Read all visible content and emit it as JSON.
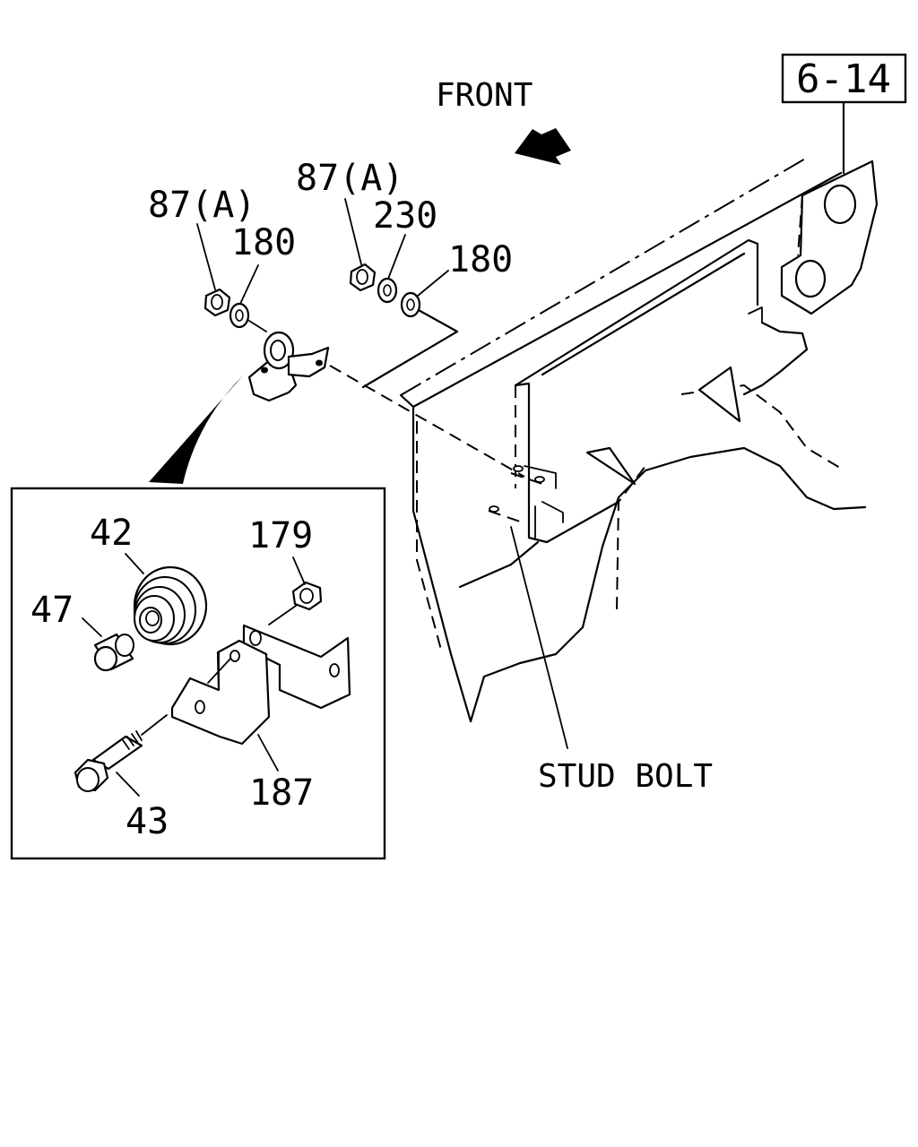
{
  "labels": {
    "front": "FRONT",
    "ref_page": "6-14",
    "p87a_left": "87(A)",
    "p180_left": "180",
    "p87a_right": "87(A)",
    "p230": "230",
    "p180_right": "180",
    "stud_bolt": "STUD BOLT",
    "p42": "42",
    "p47": "47",
    "p179": "179",
    "p187": "187",
    "p43": "43"
  }
}
